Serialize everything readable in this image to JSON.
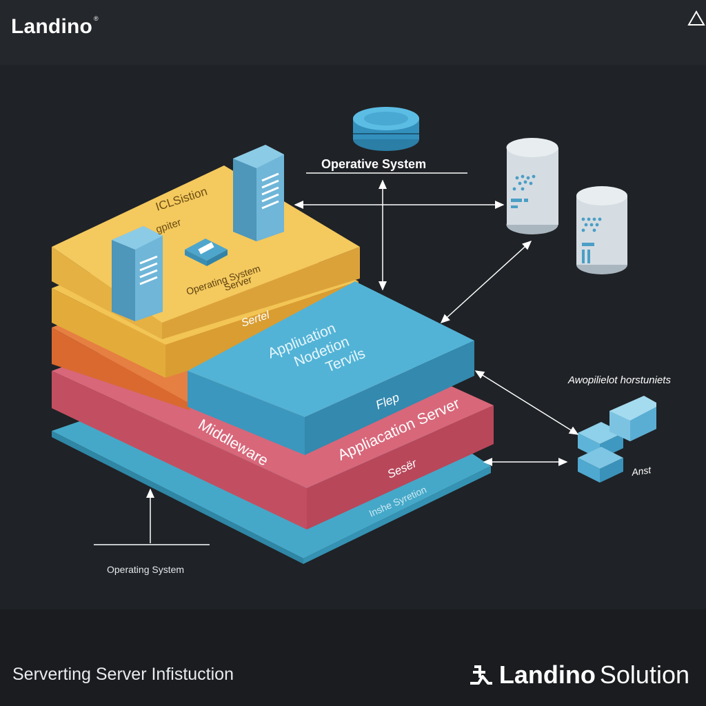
{
  "header": {
    "brand": "Landino",
    "brand_mark": "®",
    "corner_icon": "triangle-icon"
  },
  "diagram": {
    "top_label": "Operative System",
    "yellow_label_1": "ICLSistion",
    "yellow_label_2": "gpiter",
    "yellow_label_3": "Operating System",
    "yellow_label_4": "Server",
    "yellow_side_label": "Sertel",
    "blue_label_1": "Appliuation",
    "blue_label_2": "Nodetion",
    "blue_label_3": "Tervils",
    "blue_side_label": "Flep",
    "red_label_left": "Middleware",
    "red_label_right": "Appliacation Server",
    "red_side_label": "Sesër",
    "teal_side_label": "Inshe Syretion",
    "right_label_top": "Awopilielot horstuniets",
    "right_label_bottom": "Anst",
    "bottom_label": "Operating System",
    "colors": {
      "yellow": "#f0bd4c",
      "orange": "#e1763a",
      "blue": "#4eb0d3",
      "red": "#cf5a6c",
      "teal": "#3f9fbf"
    }
  },
  "footer": {
    "left_text": "Serverting Server Infistuction",
    "logo_icon": "landino-logo-icon",
    "brand_bold": "Landino",
    "brand_rest": "Solution"
  }
}
